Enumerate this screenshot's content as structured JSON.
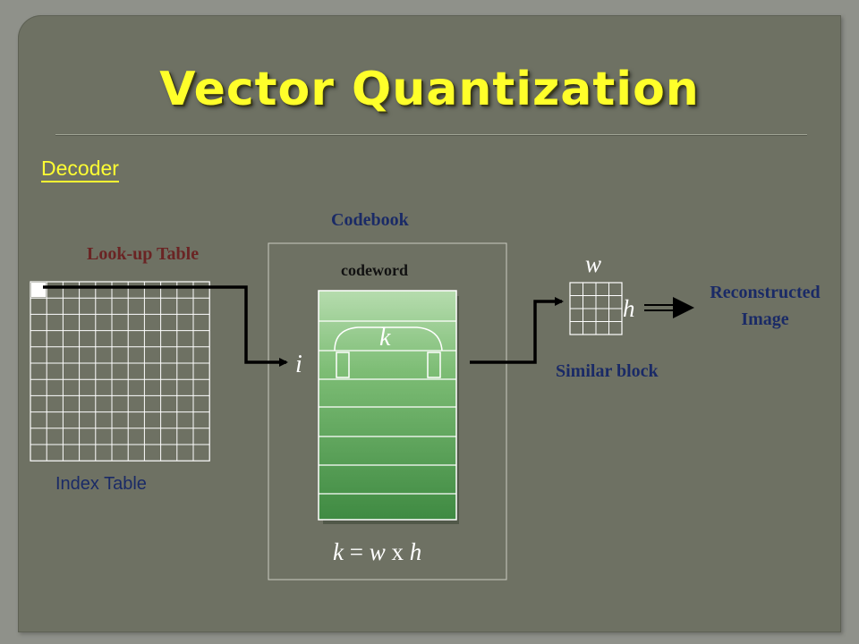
{
  "slide": {
    "title": "Vector Quantization",
    "section": "Decoder"
  },
  "diagram": {
    "lookup_table_label": "Look-up Table",
    "index_table_label": "Index Table",
    "codebook_label": "Codebook",
    "codeword_label": "codeword",
    "index_symbol": "i",
    "k_symbol": "k",
    "formula": {
      "k": "k",
      "eq": " = ",
      "w": "w",
      "x": " x ",
      "h": "h"
    },
    "w_symbol": "w",
    "h_symbol": "h",
    "similar_block_label": "Similar block",
    "reconstructed_label_line1": "Reconstructed",
    "reconstructed_label_line2": "Image"
  },
  "colors": {
    "title": "#ffff2a",
    "section": "#ffff33",
    "label_blue": "#1a2a66",
    "label_red": "#6a2424",
    "codebook_green": "#5aa35a"
  }
}
